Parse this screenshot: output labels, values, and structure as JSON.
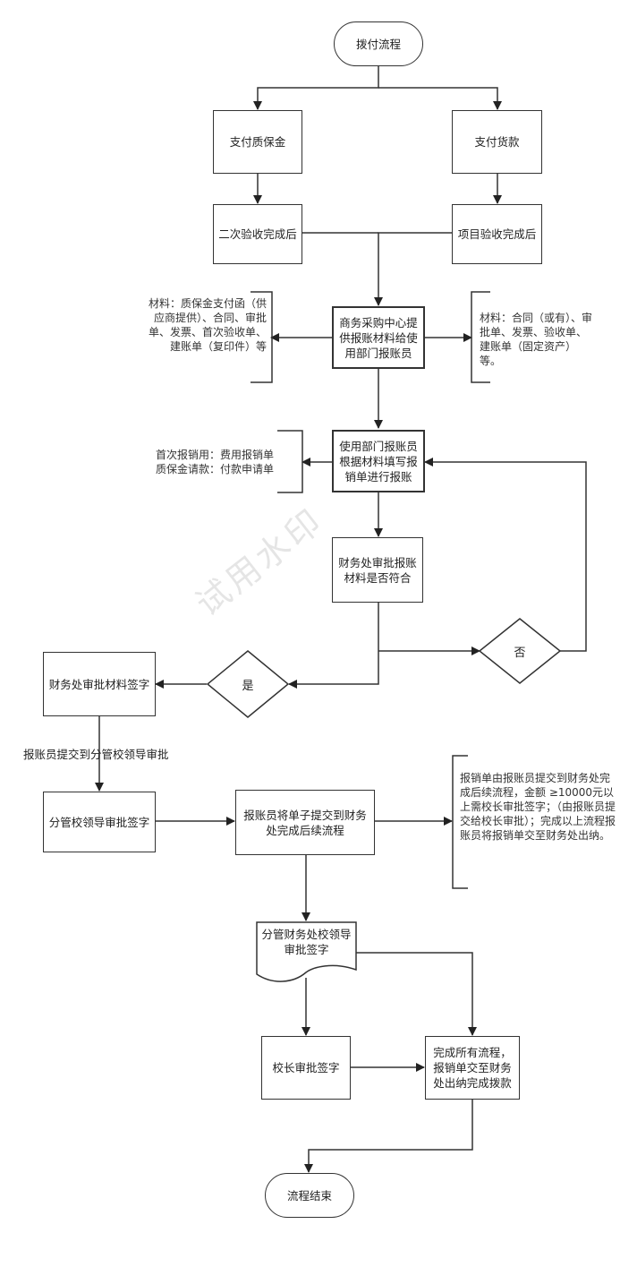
{
  "nodes": {
    "start": "拨付流程",
    "pay_retention": "支付质保金",
    "pay_goods": "支付货款",
    "second_acceptance": "二次验收完成后",
    "project_acceptance": "项目验收完成后",
    "procurement_center": "商务采购中心提供报账材料给使用部门报账员",
    "fill_form": "使用部门报账员根据材料填写报销单进行报账",
    "finance_review": "财务处审批报账材料是否符合",
    "no": "否",
    "yes": "是",
    "finance_sign": "财务处审批材料签字",
    "leader_sign": "分管校领导审批签字",
    "submit_finance": "报账员将单子提交到财务处完成后续流程",
    "finance_leader_sign": "分管财务处校领导审批签字",
    "president_sign": "校长审批签字",
    "complete": "完成所有流程，报销单交至财务处出纳完成拨款",
    "end": "流程结束"
  },
  "notes": {
    "materials_left": "材料：质保金支付函（供应商提供）、合同、审批单、发票、首次验收单、建账单（复印件）等",
    "materials_right": "材料：合同（或有）、审批单、发票、验收单、建账单（固定资产）等。",
    "forms_line1": "首次报销用：费用报销单",
    "forms_line2": "质保金请款：付款申请单",
    "submit_note": "报销单由报账员提交到财务处完成后续流程，金额 ≥10000元以上需校长审批签字；（由报账员提交给校长审批）；完成以上流程报账员将报销单交至财务处出纳。"
  },
  "edge_labels": {
    "to_leader": "报账员提交到分管校领导审批"
  },
  "watermark": "试用水印",
  "colors": {
    "stroke": "#333333",
    "background": "#ffffff"
  }
}
